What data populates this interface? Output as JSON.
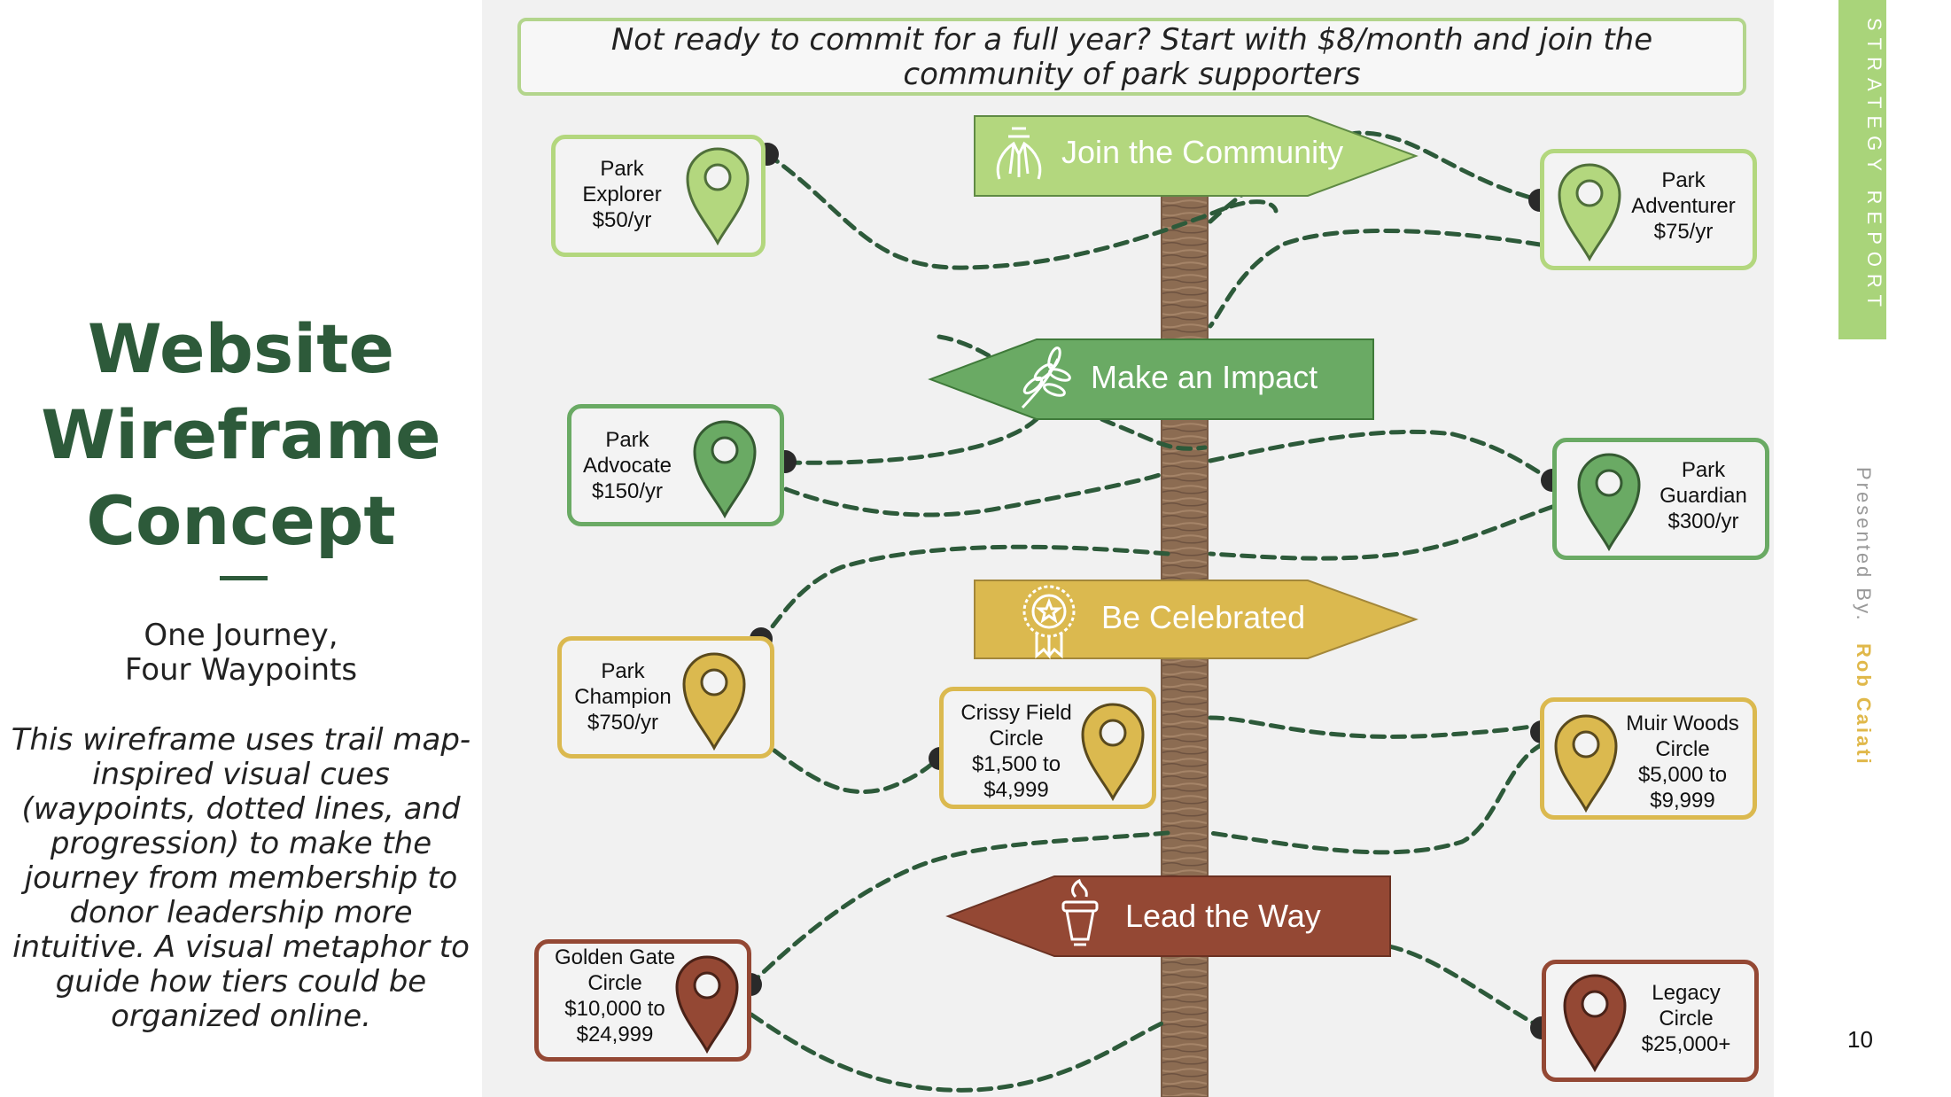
{
  "title_lines": [
    "Website",
    "Wireframe",
    "Concept"
  ],
  "subtitle_lines": [
    "One Journey,",
    "Four Waypoints"
  ],
  "description": "This wireframe uses trail map-inspired visual cues (waypoints, dotted lines, and progression) to make the journey from membership to donor leadership more intuitive. A visual metaphor to guide how tiers could be organized online.",
  "banner_lines": [
    "Not ready to commit for a full year? Start with $8/month and join the",
    "community of park supporters"
  ],
  "signs": [
    {
      "label": "Join the Community",
      "icon": "hands-icon",
      "color": "#b3d77e"
    },
    {
      "label": "Make an Impact",
      "icon": "laurel-icon",
      "color": "#6aaa64"
    },
    {
      "label": "Be Celebrated",
      "icon": "award-ribbon-icon",
      "color": "#dbb94f"
    },
    {
      "label": "Lead the Way",
      "icon": "torch-icon",
      "color": "#944834"
    }
  ],
  "tiers": [
    {
      "lines": [
        "Park",
        "Explorer",
        "$50/yr"
      ],
      "color": "#b3d77e"
    },
    {
      "lines": [
        "Park",
        "Adventurer",
        "$75/yr"
      ],
      "color": "#b3d77e"
    },
    {
      "lines": [
        "Park",
        "Advocate",
        "$150/yr"
      ],
      "color": "#6aaa64"
    },
    {
      "lines": [
        "Park",
        "Guardian",
        "$300/yr"
      ],
      "color": "#6aaa64"
    },
    {
      "lines": [
        "Park",
        "Champion",
        "$750/yr"
      ],
      "color": "#dbb94f"
    },
    {
      "lines": [
        "Crissy Field",
        "Circle",
        "$1,500 to",
        "$4,999"
      ],
      "color": "#dbb94f"
    },
    {
      "lines": [
        "Muir Woods",
        "Circle",
        "$5,000 to",
        "$9,999"
      ],
      "color": "#dbb94f"
    },
    {
      "lines": [
        "Golden Gate",
        "Circle",
        "$10,000 to",
        "$24,999"
      ],
      "color": "#944834"
    },
    {
      "lines": [
        "Legacy",
        "Circle",
        "$25,000+"
      ],
      "color": "#944834"
    }
  ],
  "side_tag": "STRATEGY REPORT",
  "presenter_prefix": "Presented By.",
  "presenter_name": "Rob Caiati",
  "page_number": "10",
  "colors": {
    "title_green": "#2d5a3a",
    "trail": "#2d5a3a",
    "post": "#8b6b52",
    "tag_green": "#a9d47a",
    "presenter_gold": "#e0b84a"
  }
}
